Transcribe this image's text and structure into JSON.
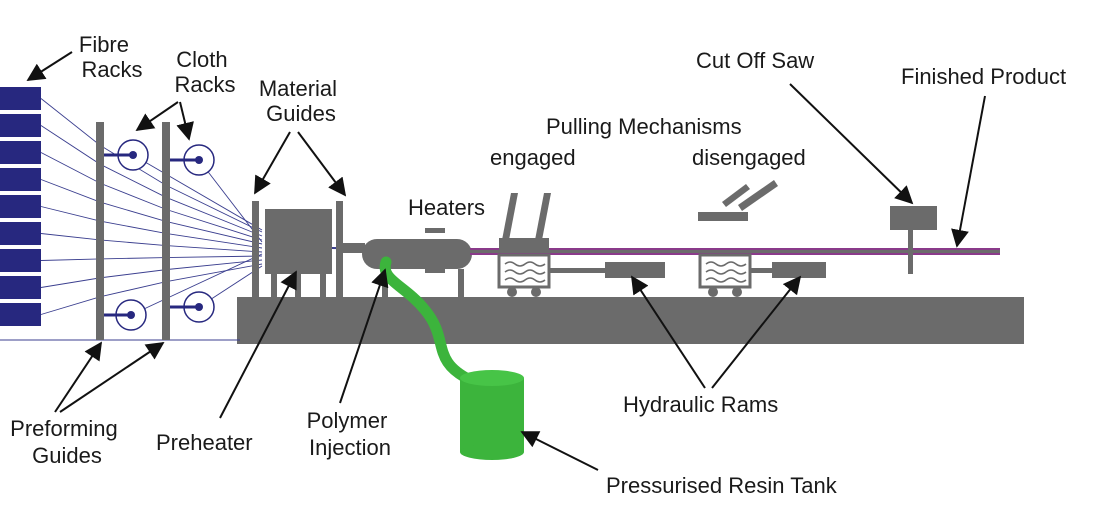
{
  "labels": {
    "fibre_racks": [
      "Fibre",
      "Racks"
    ],
    "cloth_racks": [
      "Cloth",
      "Racks"
    ],
    "material_guides": [
      "Material",
      "Guides"
    ],
    "heaters": "Heaters",
    "pulling_mechanisms": "Pulling Mechanisms",
    "engaged": "engaged",
    "disengaged": "disengaged",
    "cut_off_saw": "Cut Off Saw",
    "finished_product": "Finished Product",
    "preforming_guides": [
      "Preforming",
      "Guides"
    ],
    "preheater": "Preheater",
    "polymer_injection": [
      "Polymer",
      "Injection"
    ],
    "hydraulic_rams": "Hydraulic Rams",
    "pressurised_resin_tank": "Pressurised Resin Tank"
  },
  "colors": {
    "machine_gray": "#6b6b6b",
    "fibre_rack_blue": "#27287f",
    "fibre_line": "#3b3f8f",
    "resin_green": "#3cb43c",
    "product_purple": "#8a3a8a",
    "arrow": "#111111"
  }
}
